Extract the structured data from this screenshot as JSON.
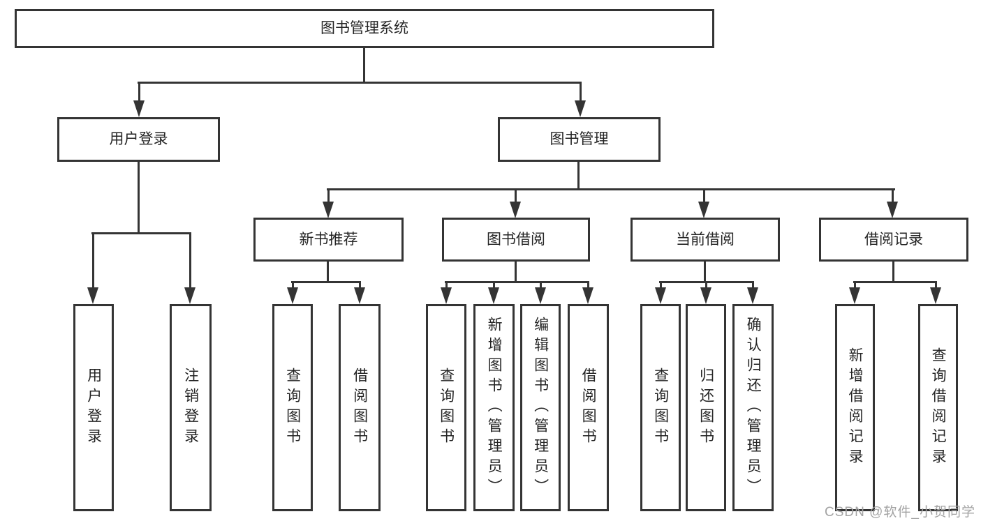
{
  "diagram": {
    "type": "hierarchy-tree",
    "orientation": "top-down",
    "line_color": "#343434",
    "box_background": "#ffffff",
    "tree": {
      "label": "图书管理系统",
      "children": [
        {
          "label": "用户登录",
          "children": [
            {
              "label": "用户登录"
            },
            {
              "label": "注销登录"
            }
          ]
        },
        {
          "label": "图书管理",
          "children": [
            {
              "label": "新书推荐",
              "children": [
                {
                  "label": "查询图书"
                },
                {
                  "label": "借阅图书"
                }
              ]
            },
            {
              "label": "图书借阅",
              "children": [
                {
                  "label": "查询图书"
                },
                {
                  "label": "新增图书（管理员）"
                },
                {
                  "label": "编辑图书（管理员）"
                },
                {
                  "label": "借阅图书"
                }
              ]
            },
            {
              "label": "当前借阅",
              "children": [
                {
                  "label": "查询图书"
                },
                {
                  "label": "归还图书"
                },
                {
                  "label": "确认归还（管理员）"
                }
              ]
            },
            {
              "label": "借阅记录",
              "children": [
                {
                  "label": "新增借阅记录"
                },
                {
                  "label": "查询借阅记录"
                }
              ]
            }
          ]
        }
      ]
    }
  },
  "nodes": {
    "root": {
      "label": "图书管理系统"
    },
    "user_login": {
      "label": "用户登录"
    },
    "book_mgmt": {
      "label": "图书管理"
    },
    "new_book_rec": {
      "label": "新书推荐"
    },
    "book_borrow": {
      "label": "图书借阅"
    },
    "current_borrow": {
      "label": "当前借阅"
    },
    "borrow_records": {
      "label": "借阅记录"
    },
    "leaf_user_login": {
      "label": "用户登录"
    },
    "leaf_logout": {
      "label": "注销登录"
    },
    "rec_query_book": {
      "label": "查询图书"
    },
    "rec_borrow_book": {
      "label": "借阅图书"
    },
    "bb_query_book": {
      "label": "查询图书"
    },
    "bb_add_book": {
      "label": "新增图书（管理员）"
    },
    "bb_edit_book": {
      "label": "编辑图书（管理员）"
    },
    "bb_borrow_book": {
      "label": "借阅图书"
    },
    "cb_query_book": {
      "label": "查询图书"
    },
    "cb_return_book": {
      "label": "归还图书"
    },
    "cb_confirm_return": {
      "label": "确认归还（管理员）"
    },
    "br_add_record": {
      "label": "新增借阅记录"
    },
    "br_query_record": {
      "label": "查询借阅记录"
    }
  },
  "watermark": {
    "text": "CSDN @软件_小贺同学"
  }
}
